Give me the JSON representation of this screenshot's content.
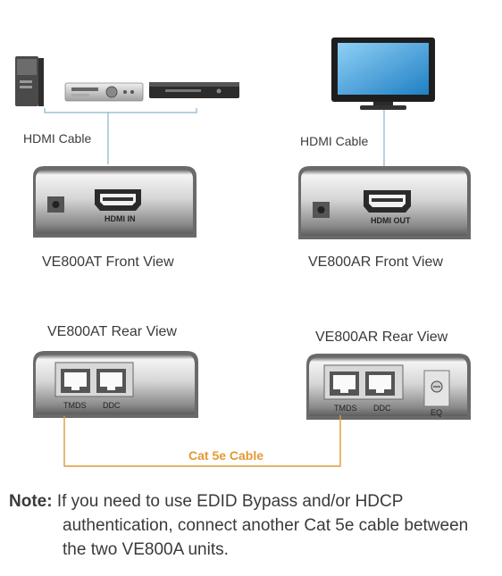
{
  "top_left": {
    "cable_label": "HDMI Cable",
    "device_label": "VE800AT Front View",
    "port_label": "HDMI IN"
  },
  "top_right": {
    "cable_label": "HDMI Cable",
    "device_label": "VE800AR Front View",
    "port_label": "HDMI OUT"
  },
  "bottom_left": {
    "device_label": "VE800AT Rear View",
    "port1_label": "TMDS",
    "port2_label": "DDC"
  },
  "bottom_right": {
    "device_label": "VE800AR Rear View",
    "port1_label": "TMDS",
    "port2_label": "DDC",
    "eq_label": "EQ"
  },
  "link": {
    "cable_label": "Cat 5e Cable",
    "color": "#e29a34"
  },
  "note": {
    "key": "Note:",
    "line1": "If you need to use EDID Bypass and/or HDCP",
    "line2": "authentication, connect another Cat 5e cable between",
    "line3": "the two VE800A units."
  },
  "colors": {
    "hdmi_line": "#86b4d0",
    "housing_top": "#f2f2f2",
    "housing_mid": "#9a9a9a",
    "housing_border": "#3a3a3a",
    "screen": "#4aa8e0"
  },
  "icons": [
    "pc-tower-icon",
    "av-receiver-icon",
    "dvd-player-icon",
    "monitor-icon"
  ]
}
